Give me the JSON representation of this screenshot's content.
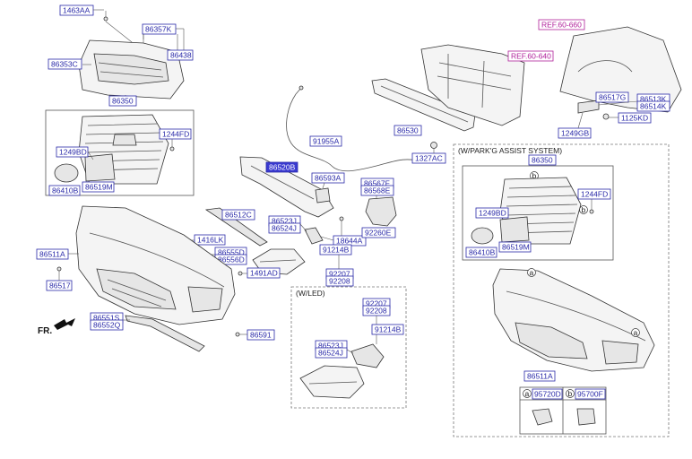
{
  "fr_label": "FR.",
  "captions": {
    "wled": "(W/LED)",
    "parking": "(W/PARK'G ASSIST SYSTEM)"
  },
  "references": {
    "ref_660": "REF.60-660",
    "ref_640": "REF.60-640"
  },
  "callout_letters": {
    "a": "a",
    "b": "b"
  },
  "parts": {
    "p1463AA": "1463AA",
    "p86357K": "86357K",
    "p86438": "86438",
    "p86353C": "86353C",
    "p86350": "86350",
    "p1244FD": "1244FD",
    "p1249BD": "1249BD",
    "p86410B": "86410B",
    "p86519M": "86519M",
    "p91955A": "91955A",
    "p86530": "86530",
    "p1327AC": "1327AC",
    "p86520B": "86520B",
    "p86593A": "86593A",
    "p86567F": "86567F",
    "p86568E": "86568E",
    "p86512C": "86512C",
    "p86523J": "86523J",
    "p86524J": "86524J",
    "p18644A": "18644A",
    "p92260E": "92260E",
    "p91214B": "91214B",
    "p1416LK": "1416LK",
    "p86555D": "86555D",
    "p86556D": "86556D",
    "p86511A": "86511A",
    "p1491AD": "1491AD",
    "p92207": "92207",
    "p92208": "92208",
    "p86517": "86517",
    "p86551S": "86551S",
    "p86552Q": "86552Q",
    "p86591": "86591",
    "p86517G": "86517G",
    "p86513K": "86513K",
    "p86514K": "86514K",
    "p1125KD": "1125KD",
    "p1249GB": "1249GB",
    "w_92207": "92207",
    "w_92208": "92208",
    "w_91214B": "91214B",
    "w_86523J": "86523J",
    "w_86524J": "86524J",
    "r_86350": "86350",
    "r_1244FD": "1244FD",
    "r_1249BD": "1249BD",
    "r_86410B": "86410B",
    "r_86519M": "86519M",
    "r_86511A": "86511A",
    "r_95720D": "95720D",
    "r_95700F": "95700F"
  }
}
